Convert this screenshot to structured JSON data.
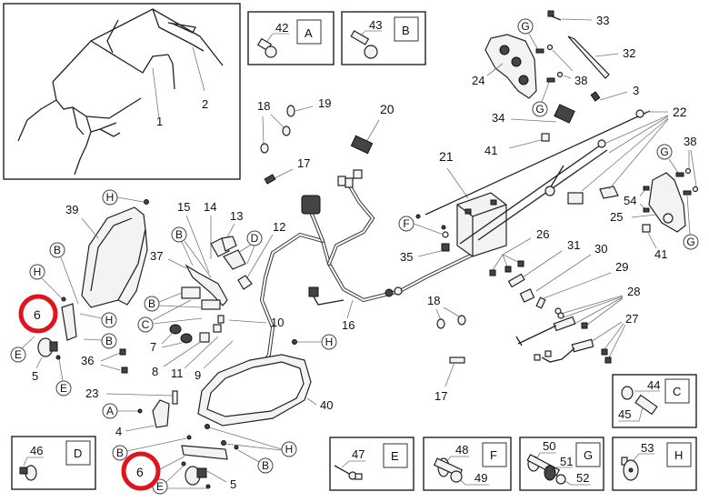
{
  "title": "Wiring harness and lighting exploded parts diagram",
  "inset": {
    "labels": [
      "1",
      "2"
    ]
  },
  "fastener_boxes": [
    {
      "letter": "A",
      "parts": [
        "42"
      ]
    },
    {
      "letter": "B",
      "parts": [
        "43"
      ]
    },
    {
      "letter": "C",
      "parts": [
        "44",
        "45"
      ]
    },
    {
      "letter": "D",
      "parts": [
        "46"
      ]
    },
    {
      "letter": "E",
      "parts": [
        "47"
      ]
    },
    {
      "letter": "F",
      "parts": [
        "48",
        "49"
      ]
    },
    {
      "letter": "G",
      "parts": [
        "50",
        "51",
        "52"
      ]
    },
    {
      "letter": "H",
      "parts": [
        "53"
      ]
    }
  ],
  "part_labels": {
    "p3": "3",
    "p4": "4",
    "p5a": "5",
    "p5b": "5",
    "p6a": "6",
    "p6b": "6",
    "p7": "7",
    "p8": "8",
    "p9": "9",
    "p10": "10",
    "p11": "11",
    "p12": "12",
    "p13": "13",
    "p14": "14",
    "p15": "15",
    "p16": "16",
    "p17a": "17",
    "p17b": "17",
    "p18a": "18",
    "p18b": "18",
    "p19": "19",
    "p20": "20",
    "p21": "21",
    "p22": "22",
    "p23": "23",
    "p24": "24",
    "p25": "25",
    "p26": "26",
    "p27": "27",
    "p28": "28",
    "p29": "29",
    "p30": "30",
    "p31": "31",
    "p32": "32",
    "p33": "33",
    "p34": "34",
    "p35": "35",
    "p36": "36",
    "p37": "37",
    "p38a": "38",
    "p38b": "38",
    "p39": "39",
    "p40": "40",
    "p41a": "41",
    "p41b": "41",
    "p54": "54"
  },
  "callouts": {
    "H1": "H",
    "H2": "H",
    "H3": "H",
    "H4": "H",
    "H5": "H",
    "B1": "B",
    "B2": "B",
    "B3": "B",
    "B4": "B",
    "B5": "B",
    "B6": "B",
    "C1": "C",
    "D1": "D",
    "E1": "E",
    "E2": "E",
    "E3": "E",
    "A1": "A",
    "F1": "F",
    "G1": "G",
    "G2": "G",
    "G3": "G",
    "G4": "G"
  },
  "highlight": {
    "part": "6",
    "color": "#e0141e",
    "count": 2
  }
}
